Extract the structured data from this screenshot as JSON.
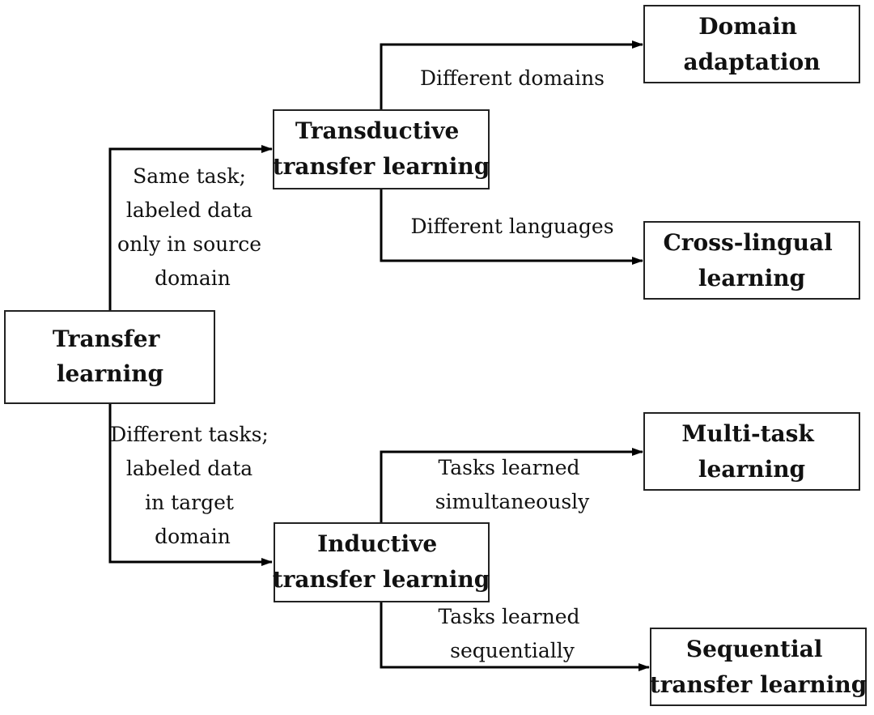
{
  "nodes": {
    "transfer_learning": {
      "line1": "Transfer",
      "line2": "learning"
    },
    "transductive": {
      "line1": "Transductive",
      "line2": "transfer learning"
    },
    "inductive": {
      "line1": "Inductive",
      "line2": "transfer learning"
    },
    "domain_adaptation": {
      "line1": "Domain",
      "line2": "adaptation"
    },
    "cross_lingual": {
      "line1": "Cross-lingual",
      "line2": "learning"
    },
    "multi_task": {
      "line1": "Multi-task",
      "line2": "learning"
    },
    "sequential": {
      "line1": "Sequential",
      "line2": "transfer learning"
    }
  },
  "edges": {
    "to_transductive": [
      "Same task;",
      "labeled data",
      "only in source",
      "domain"
    ],
    "to_inductive": [
      "Different tasks;",
      "labeled data",
      "in target",
      "domain"
    ],
    "to_domain_adaptation": [
      "Different domains"
    ],
    "to_cross_lingual": [
      "Different languages"
    ],
    "to_multi_task": [
      "Tasks learned",
      "simultaneously"
    ],
    "to_sequential": [
      "Tasks learned",
      "sequentially"
    ]
  }
}
